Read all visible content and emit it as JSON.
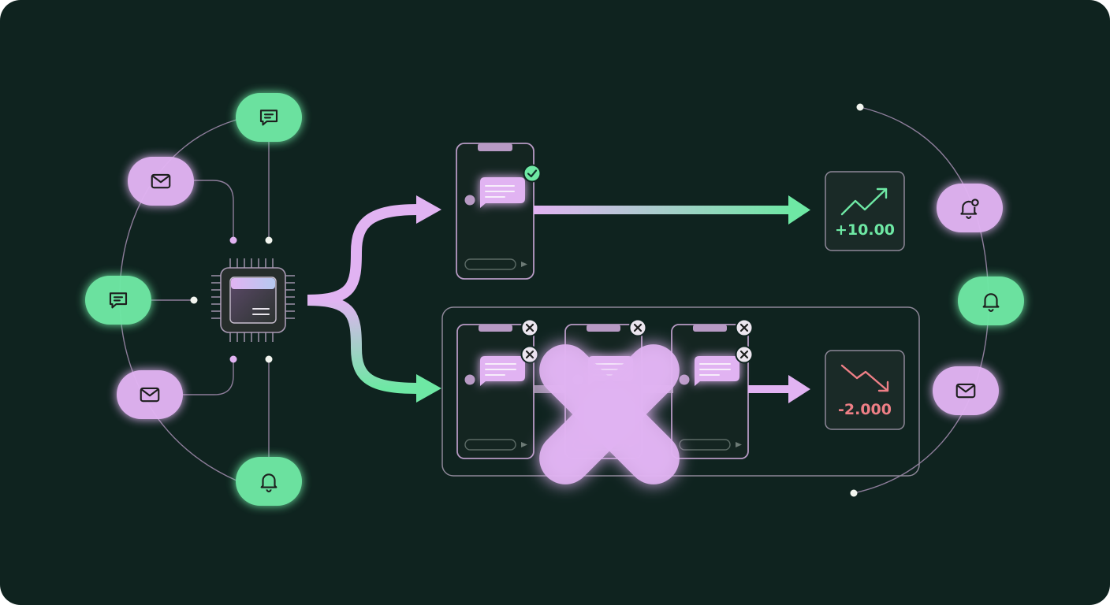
{
  "colors": {
    "background": "#0f231f",
    "lavender": "#e1b3f2",
    "mint": "#6ee8a4",
    "line": "#8d7d9a",
    "frame": "#b79ac4",
    "panel": "#1a2a27",
    "positive": "#6ee8a4",
    "negative": "#ee7f86"
  },
  "nodes": [
    {
      "icon": "message-icon",
      "tone": "mint"
    },
    {
      "icon": "mail-icon",
      "tone": "lavender"
    },
    {
      "icon": "message-icon",
      "tone": "mint"
    },
    {
      "icon": "mail-icon",
      "tone": "lavender"
    },
    {
      "icon": "bell-icon",
      "tone": "mint"
    },
    {
      "icon": "bell-alert-icon",
      "tone": "lavender"
    },
    {
      "icon": "bell-icon",
      "tone": "mint"
    },
    {
      "icon": "mail-icon",
      "tone": "lavender"
    }
  ],
  "metrics": {
    "positive": {
      "value": "+10.00",
      "icon": "trend-up-icon"
    },
    "negative": {
      "value": "-2.000",
      "icon": "trend-down-icon"
    }
  },
  "outcomes": {
    "delivered": {
      "status_icon": "check-icon"
    },
    "failed": {
      "status_icon": "close-icon",
      "overlay_icon": "cross-icon"
    }
  }
}
